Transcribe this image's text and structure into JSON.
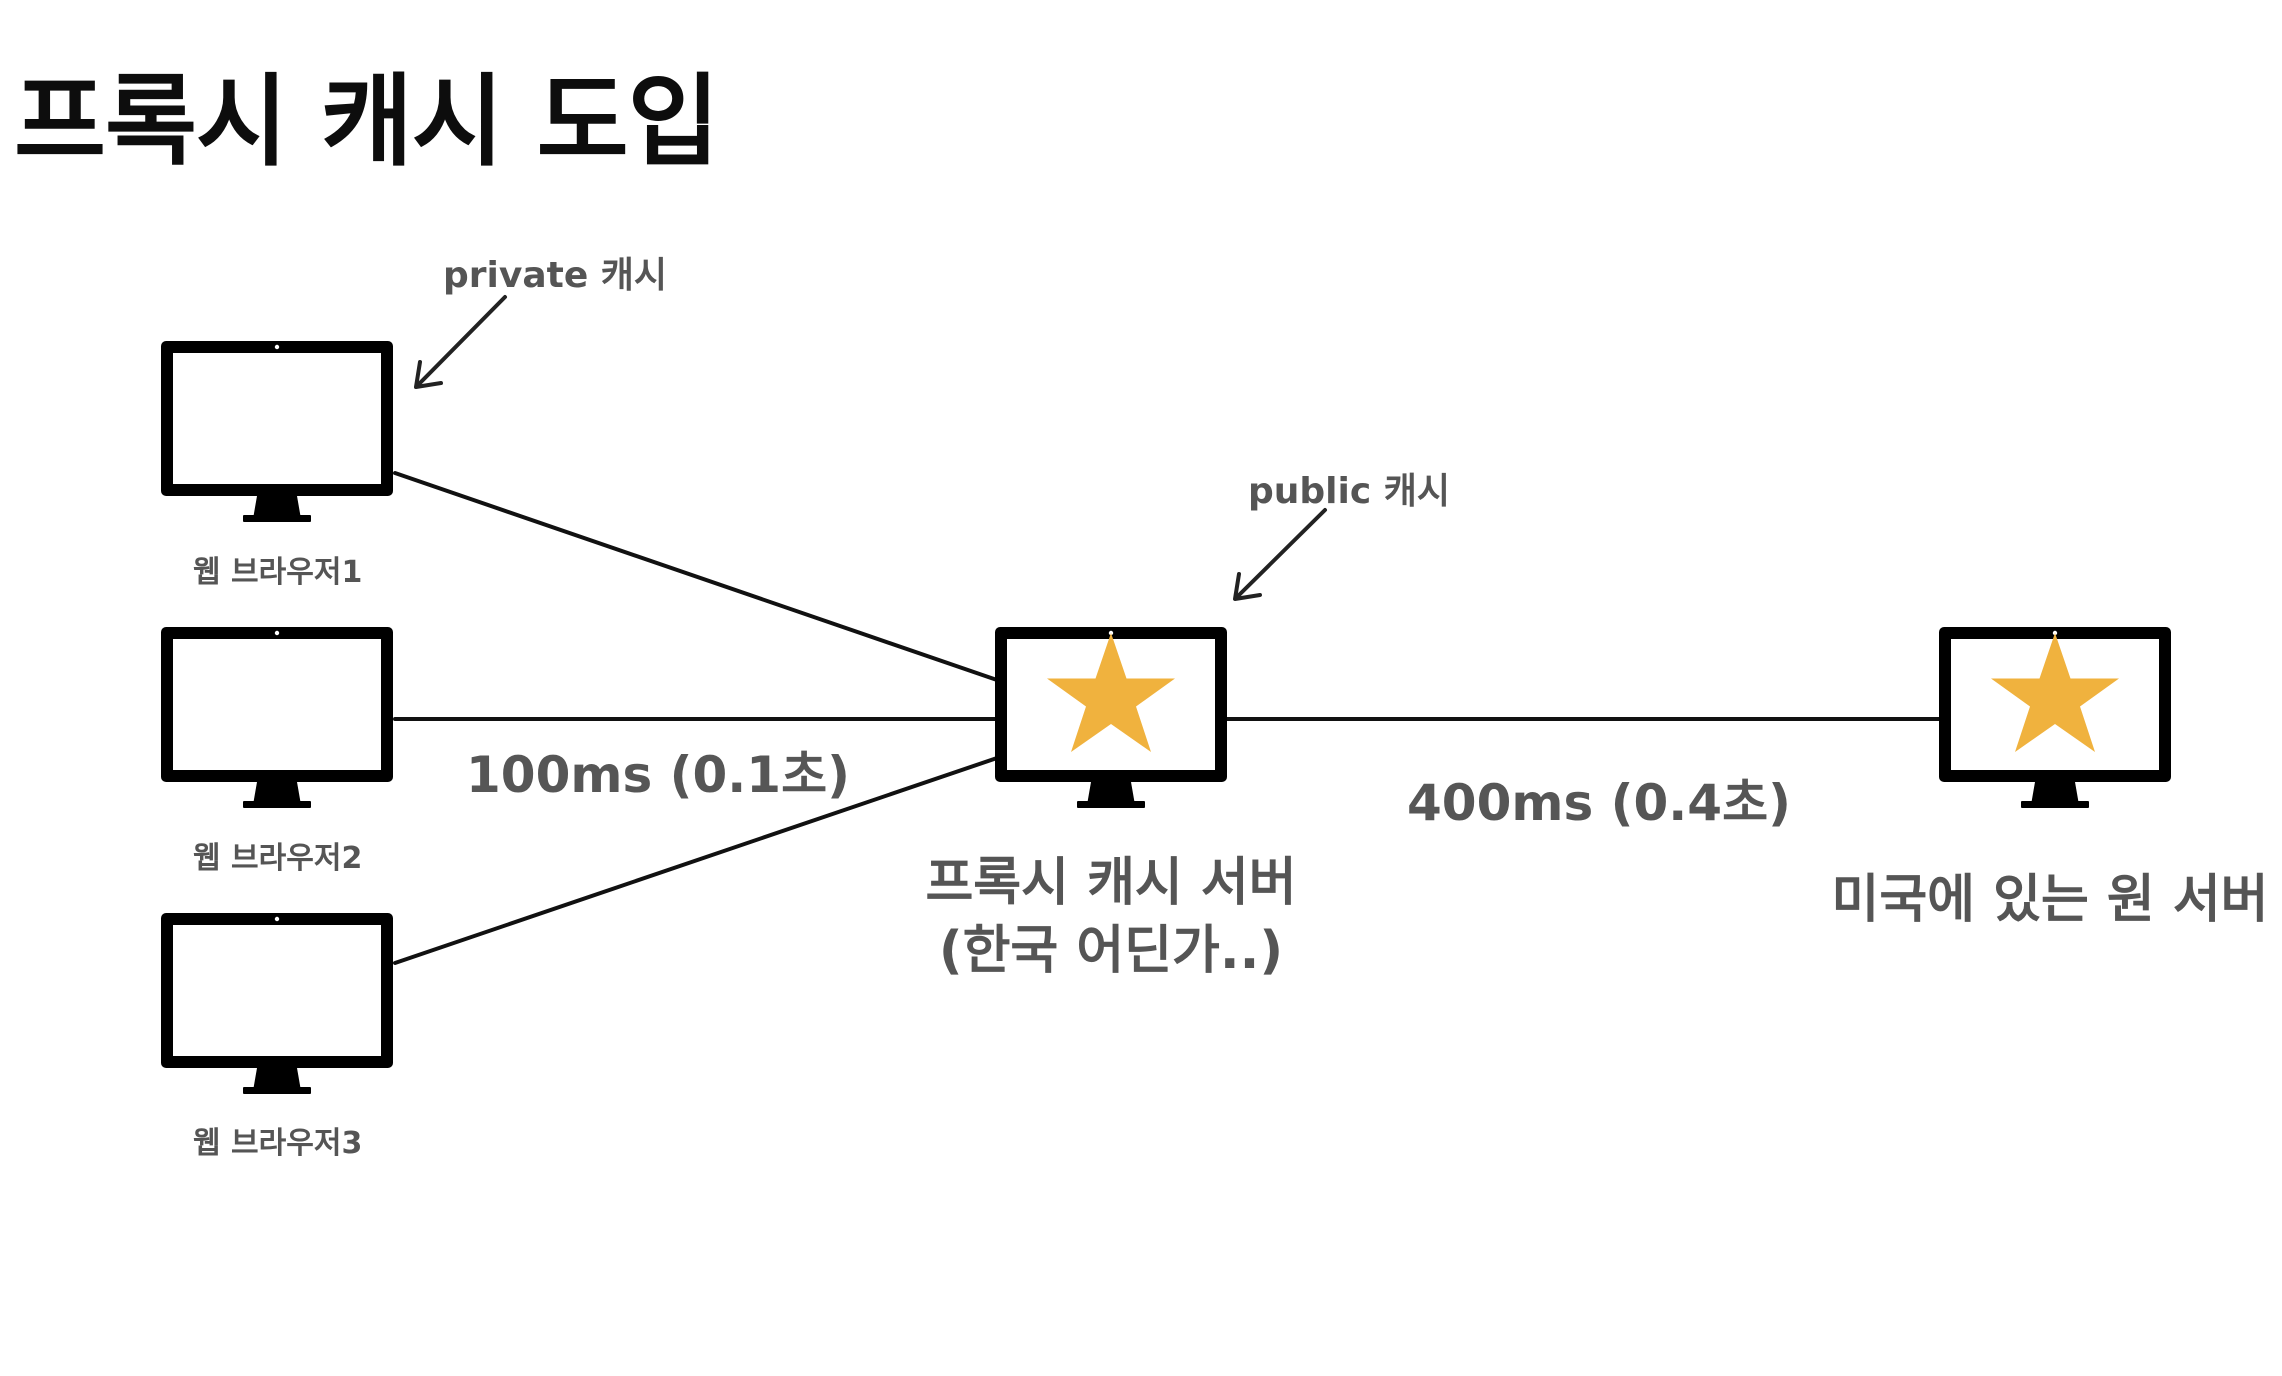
{
  "title": "프록시 캐시 도입",
  "annotations": {
    "private_cache": "private 캐시",
    "public_cache": "public 캐시"
  },
  "browsers": [
    {
      "label": "웹 브라우저1"
    },
    {
      "label": "웹 브라우저2"
    },
    {
      "label": "웹 브라우저3"
    }
  ],
  "proxy_server": {
    "line1": "프록시 캐시 서버",
    "line2": "(한국 어딘가..)",
    "icon": "star-icon"
  },
  "origin_server": {
    "label": "미국에 있는 원 서버",
    "icon": "star-icon"
  },
  "latencies": {
    "browser_to_proxy": "100ms (0.1초)",
    "proxy_to_origin": "400ms (0.4초)"
  },
  "colors": {
    "star": "#F0B23E",
    "monitor": "#000000",
    "label_gray": "#555555"
  }
}
